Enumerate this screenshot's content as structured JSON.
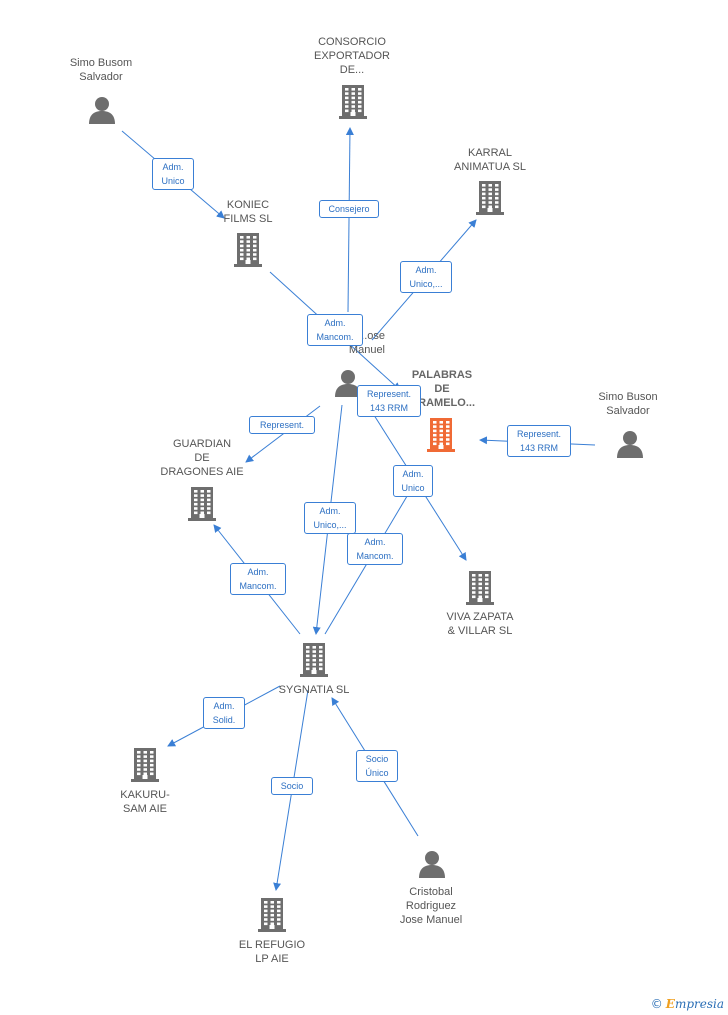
{
  "colors": {
    "edge": "#3a7fd5",
    "icon": "#6e6e6e",
    "main_icon": "#f06a35"
  },
  "nodes": {
    "consorcio": {
      "label": "CONSORCIO\nEXPORTADOR\nDE...",
      "icon": "building-icon"
    },
    "simo_busom": {
      "label": "Simo Busom\nSalvador",
      "icon": "person-icon"
    },
    "karral": {
      "label": "KARRAL\nANIMATUA  SL",
      "icon": "building-icon"
    },
    "koniec": {
      "label": "KONIEC\nFILMS  SL",
      "icon": "building-icon"
    },
    "jose_manuel": {
      "label": "...ose\nManuel",
      "icon": "person-icon"
    },
    "palabras": {
      "label": "PALABRAS\nDE\n...RAMELO...",
      "icon": "building-icon"
    },
    "simo_buson": {
      "label": "Simo Buson\nSalvador",
      "icon": "person-icon"
    },
    "guardian": {
      "label": "GUARDIAN\nDE\nDRAGONES AIE",
      "icon": "building-icon"
    },
    "viva_zapata": {
      "label": "VIVA ZAPATA\n& VILLAR  SL",
      "icon": "building-icon"
    },
    "sygnatia": {
      "label": "SYGNATIA  SL",
      "icon": "building-icon"
    },
    "kakuru": {
      "label": "KAKURU-\nSAM AIE",
      "icon": "building-icon"
    },
    "el_refugio": {
      "label": "EL REFUGIO\nLP AIE",
      "icon": "building-icon"
    },
    "cristobal": {
      "label": "Cristobal\nRodriguez\nJose Manuel",
      "icon": "person-icon"
    }
  },
  "relations": {
    "adm_unico_1": "Adm.\nUnico",
    "consejero": "Consejero",
    "adm_unico_karral": "Adm.\nUnico,...",
    "adm_mancom_top": "Adm.\nMancom.",
    "represent_main": "Represent.\n143 RRM",
    "represent_right": "Represent.\n143 RRM",
    "represent_guardian": "Represent.",
    "adm_unico_viva": "Adm.\nUnico",
    "adm_unico_syg": "Adm.\nUnico,...",
    "adm_mancom_mid": "Adm.\nMancom.",
    "adm_mancom_guardian": "Adm.\nMancom.",
    "adm_solid": "Adm.\nSolid.",
    "socio": "Socio",
    "socio_unico": "Socio\nÚnico"
  },
  "brand": {
    "copyright": "©",
    "name": "mpresia",
    "initial": "E"
  }
}
